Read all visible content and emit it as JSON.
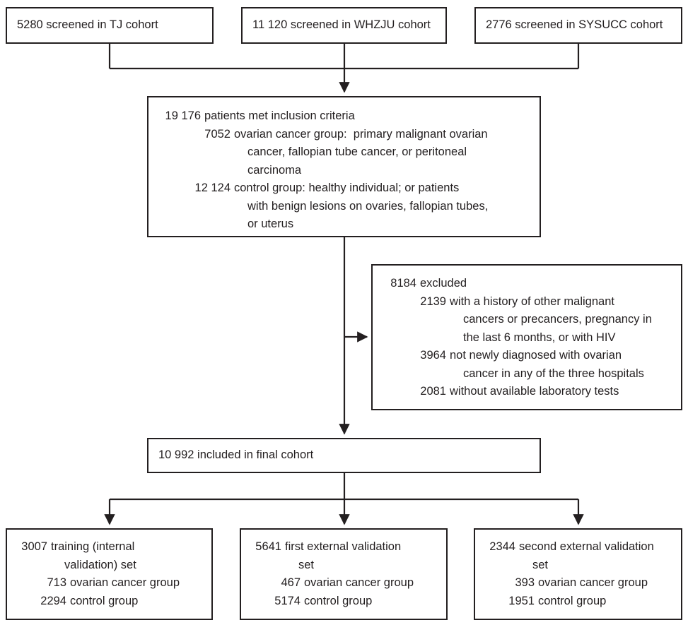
{
  "meta": {
    "title": "Study flow diagram",
    "line_color": "#231f20",
    "text_color": "#231f20",
    "background": "#ffffff"
  },
  "nodes": {
    "tj": {
      "text": "5280 screened in TJ cohort"
    },
    "whzju": {
      "text": "11 120 screened in WHZJU cohort"
    },
    "sysucc": {
      "text": "2776 screened in SYSUCC cohort"
    },
    "inclusion": {
      "lines": [
        {
          "num": "19 176",
          "text": "patients met inclusion criteria"
        },
        {
          "num": "7052",
          "text": "ovarian cancer group:  primary malignant ovarian"
        },
        {
          "num": "",
          "text": "cancer, fallopian tube cancer, or peritoneal"
        },
        {
          "num": "",
          "text": "carcinoma"
        },
        {
          "num": "12 124",
          "text": "control group: healthy individual; or patients"
        },
        {
          "num": "",
          "text": "with benign lesions on ovaries, fallopian tubes,"
        },
        {
          "num": "",
          "text": "or uterus"
        }
      ]
    },
    "excluded": {
      "lines": [
        {
          "num": "8184",
          "text": "excluded"
        },
        {
          "num": "2139",
          "text": "with a history of other malignant"
        },
        {
          "num": "",
          "text": "cancers or precancers, pregnancy in"
        },
        {
          "num": "",
          "text": "the last 6 months, or with HIV"
        },
        {
          "num": "3964",
          "text": "not newly diagnosed with ovarian"
        },
        {
          "num": "",
          "text": "cancer in any of the three hospitals"
        },
        {
          "num": "2081",
          "text": "without available laboratory tests"
        }
      ]
    },
    "final": {
      "text": "10 992 included in final cohort"
    },
    "training": {
      "lines": [
        {
          "num": "3007",
          "text": "training (internal"
        },
        {
          "num": "",
          "text": "validation) set"
        },
        {
          "num": "713",
          "text": "ovarian cancer group"
        },
        {
          "num": "2294",
          "text": "control group"
        }
      ]
    },
    "ext1": {
      "lines": [
        {
          "num": "5641",
          "text": "first external validation"
        },
        {
          "num": "",
          "text": "set"
        },
        {
          "num": "467",
          "text": "ovarian cancer group"
        },
        {
          "num": "5174",
          "text": "control group"
        }
      ]
    },
    "ext2": {
      "lines": [
        {
          "num": "2344",
          "text": "second external validation"
        },
        {
          "num": "",
          "text": "set"
        },
        {
          "num": "393",
          "text": "ovarian cancer group"
        },
        {
          "num": "1951",
          "text": "control group"
        }
      ]
    }
  }
}
